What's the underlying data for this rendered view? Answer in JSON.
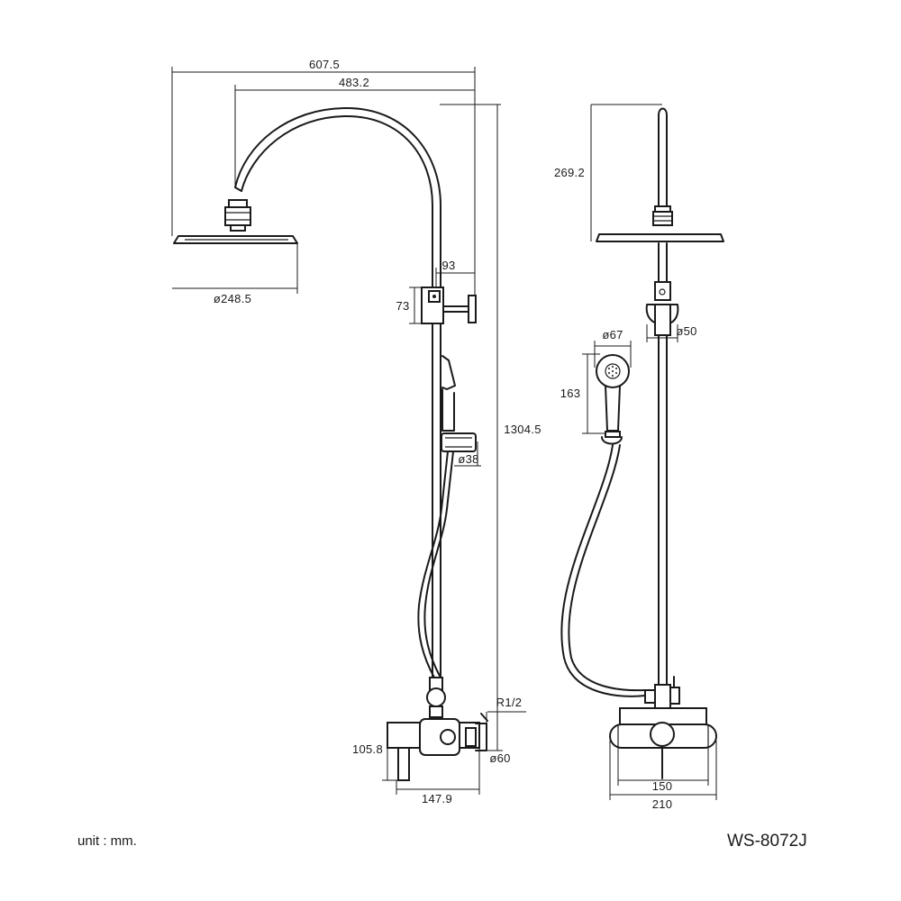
{
  "dimensions": {
    "overall_reach": "607.5",
    "arm_reach": "483.2",
    "head_diameter": "ø248.5",
    "arm_offset": "93",
    "bracket_height": "73",
    "total_height": "1304.5",
    "holder_diameter": "ø38",
    "inlet_thread": "R1/2",
    "mixer_height": "105.8",
    "inlet_diameter": "ø60",
    "mixer_width": "147.9",
    "side_head_drop": "269.2",
    "hand_head_diameter": "ø67",
    "pipe_diameter": "ø50",
    "hand_shower_length": "163",
    "center_distance": "150",
    "mixer_overall_width": "210"
  },
  "footer": {
    "unit": "unit : mm.",
    "model": "WS-8072J"
  }
}
